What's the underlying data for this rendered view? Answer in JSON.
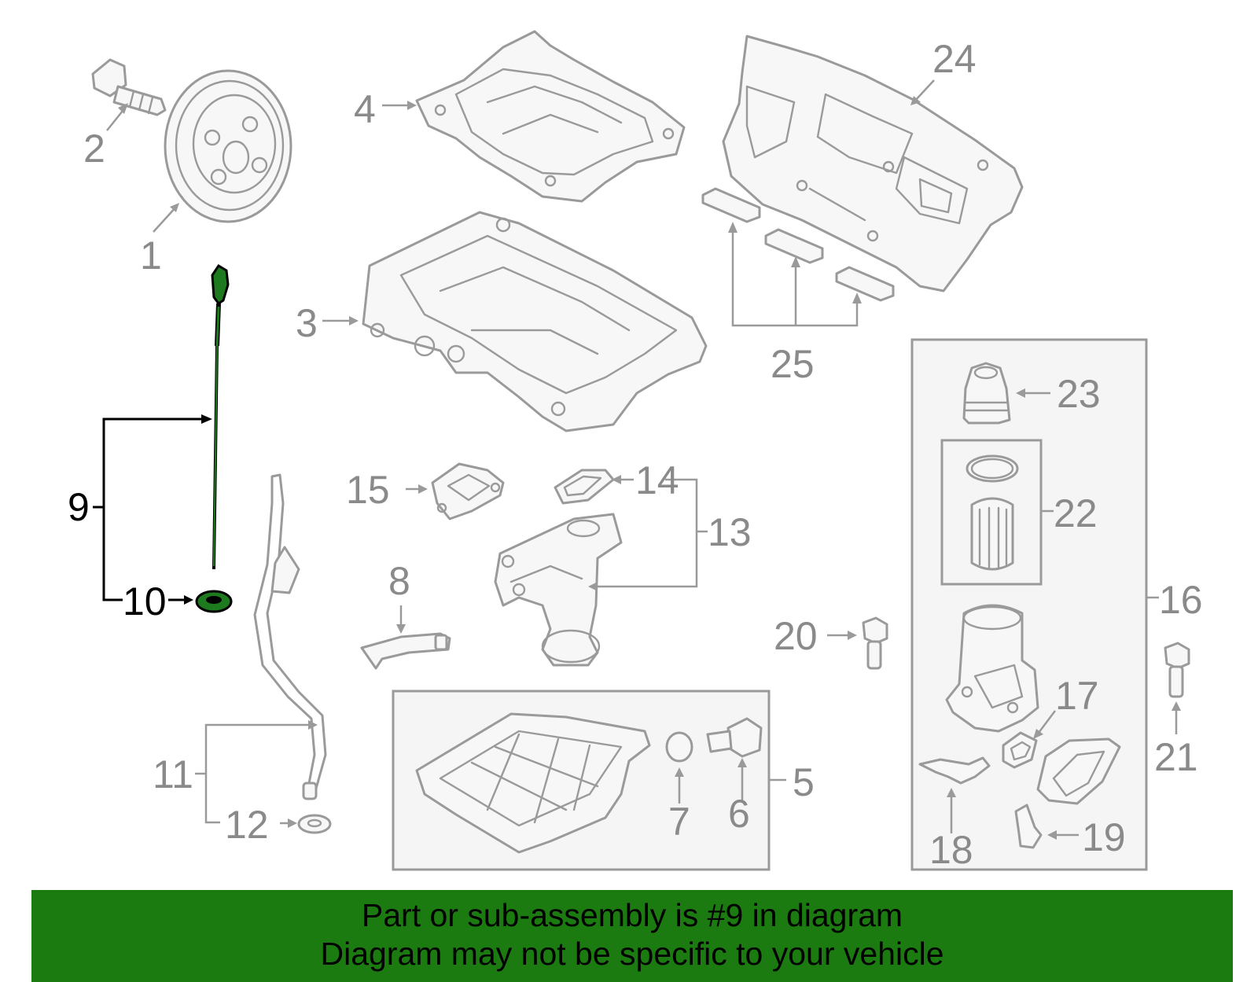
{
  "colors": {
    "banner_background": "#1b7a10",
    "highlight_part": "#1e7a1e",
    "part_outline": "#9a9a9a",
    "label_text": "#8a8a8a",
    "highlight_label": "#000000"
  },
  "callouts": {
    "c1": "1",
    "c2": "2",
    "c3": "3",
    "c4": "4",
    "c5": "5",
    "c6": "6",
    "c7": "7",
    "c8": "8",
    "c9": "9",
    "c10": "10",
    "c11": "11",
    "c12": "12",
    "c13": "13",
    "c14": "14",
    "c15": "15",
    "c16": "16",
    "c17": "17",
    "c18": "18",
    "c19": "19",
    "c20": "20",
    "c21": "21",
    "c22": "22",
    "c23": "23",
    "c24": "24",
    "c25": "25"
  },
  "highlighted_callouts": [
    "9",
    "10"
  ],
  "banner": {
    "line1": "Part or sub-assembly is #9 in diagram",
    "line2": "Diagram may not be specific to your vehicle"
  }
}
